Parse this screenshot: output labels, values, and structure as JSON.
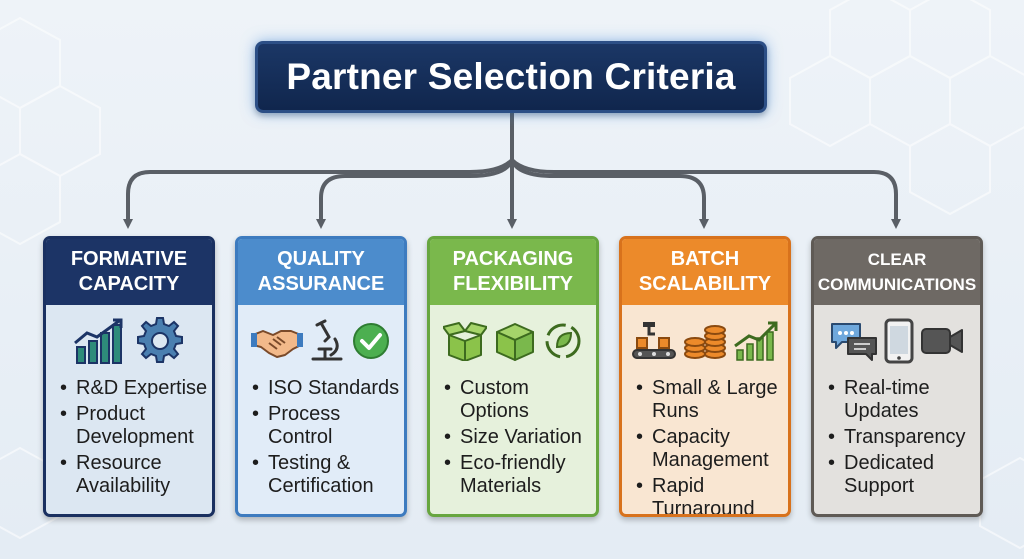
{
  "title": "Partner Selection Criteria",
  "cards": [
    {
      "heading": [
        "FORMATIVE",
        "CAPACITY"
      ],
      "icons": [
        "bar-chart-growth-icon",
        "gear-icon"
      ],
      "items": [
        [
          "R&D Expertise"
        ],
        [
          "Product",
          "Development"
        ],
        [
          "Resource",
          "Availability"
        ]
      ]
    },
    {
      "heading": [
        "QUALITY",
        "ASSURANCE"
      ],
      "icons": [
        "handshake-icon",
        "microscope-icon",
        "checkmark-icon"
      ],
      "items": [
        [
          "ISO Standards"
        ],
        [
          "Process",
          "Control"
        ],
        [
          "Testing &",
          "Certification"
        ]
      ]
    },
    {
      "heading": [
        "PACKAGING",
        "FLEXIBILITY"
      ],
      "icons": [
        "open-box-icon",
        "closed-box-icon",
        "recycle-leaf-icon"
      ],
      "items": [
        [
          "Custom",
          "Options"
        ],
        [
          "Size Variation"
        ],
        [
          "Eco-friendly",
          "Materials"
        ]
      ]
    },
    {
      "heading": [
        "BATCH",
        "SCALABILITY"
      ],
      "icons": [
        "production-line-icon",
        "stacked-coins-icon",
        "growth-chart-icon"
      ],
      "items": [
        [
          "Small & Large",
          "Runs"
        ],
        [
          "Capacity",
          "Management"
        ],
        [
          "Rapid",
          "Turnaround"
        ]
      ]
    },
    {
      "heading": [
        "CLEAR",
        "COMMUNICATIONS"
      ],
      "icons": [
        "chat-bubbles-icon",
        "smartphone-icon",
        "video-camera-icon"
      ],
      "items": [
        [
          "Real-time",
          "Updates"
        ],
        [
          "Transparency"
        ],
        [
          "Dedicated",
          "Support"
        ]
      ]
    }
  ],
  "colors": {
    "title_bg": "#152f5c",
    "formative": "#1c3466",
    "quality": "#4c8ccc",
    "packaging": "#7ab84c",
    "batch": "#ec8a2a",
    "communications": "#6e6964",
    "connector": "#5a5f66"
  }
}
